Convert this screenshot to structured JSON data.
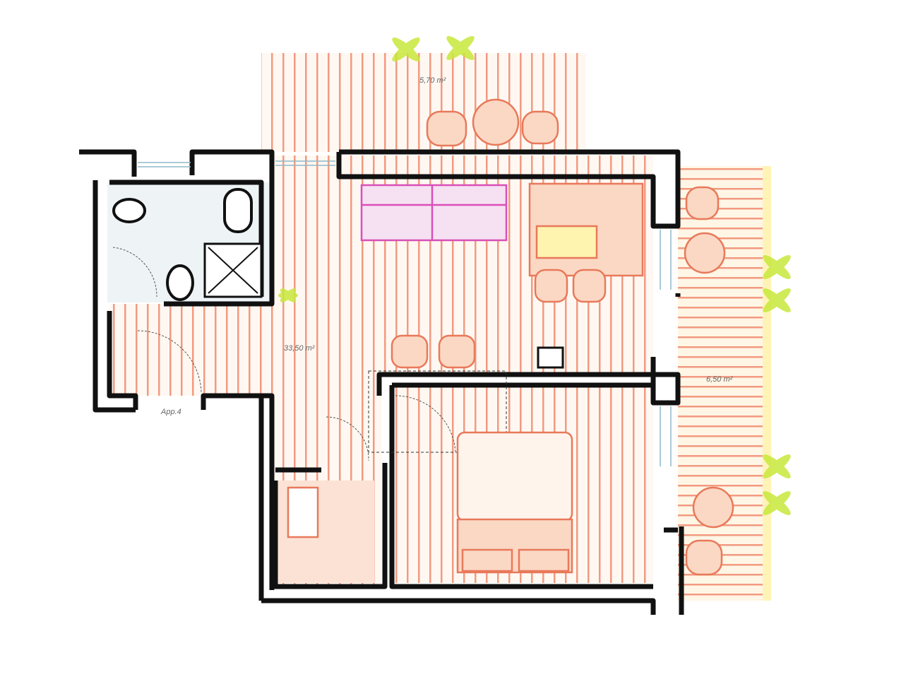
{
  "plan": {
    "areas": {
      "top_terrace": "5,70 m²",
      "living": "33,50 m²",
      "side_terrace": "6,50 m²"
    },
    "unit_label": "App.4"
  },
  "colors": {
    "wall": "#111111",
    "floor_stripe": "#f29a80",
    "terrace_tint": "#fff4d8",
    "sofa": "#d94fb8",
    "plant": "#c8e83a",
    "furniture": "#e8795a",
    "bath_tile": "#e8f0f4"
  }
}
